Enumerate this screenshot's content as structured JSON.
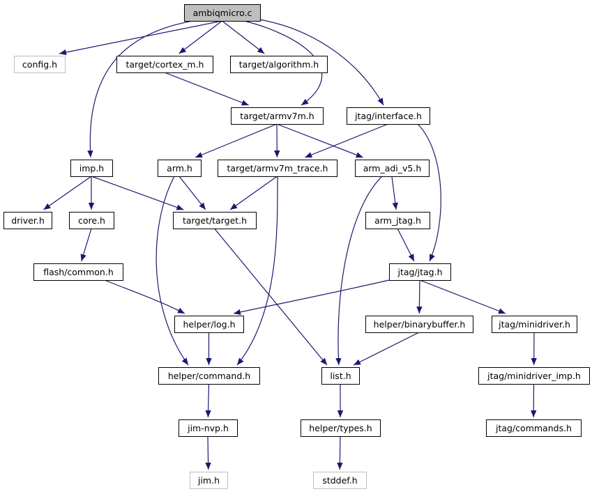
{
  "nodes": {
    "ambiqmicro": {
      "label": "ambiqmicro.c",
      "kind": "root"
    },
    "config": {
      "label": "config.h",
      "kind": "external"
    },
    "cortex_m": {
      "label": "target/cortex_m.h",
      "kind": "normal"
    },
    "algorithm": {
      "label": "target/algorithm.h",
      "kind": "normal"
    },
    "armv7m": {
      "label": "target/armv7m.h",
      "kind": "normal"
    },
    "interface": {
      "label": "jtag/interface.h",
      "kind": "normal"
    },
    "imp": {
      "label": "imp.h",
      "kind": "normal"
    },
    "arm": {
      "label": "arm.h",
      "kind": "normal"
    },
    "armv7m_trace": {
      "label": "target/armv7m_trace.h",
      "kind": "normal"
    },
    "arm_adi_v5": {
      "label": "arm_adi_v5.h",
      "kind": "normal"
    },
    "driver": {
      "label": "driver.h",
      "kind": "normal"
    },
    "core": {
      "label": "core.h",
      "kind": "normal"
    },
    "target": {
      "label": "target/target.h",
      "kind": "normal"
    },
    "arm_jtag": {
      "label": "arm_jtag.h",
      "kind": "normal"
    },
    "flash_common": {
      "label": "flash/common.h",
      "kind": "normal"
    },
    "jtag": {
      "label": "jtag/jtag.h",
      "kind": "normal"
    },
    "log": {
      "label": "helper/log.h",
      "kind": "normal"
    },
    "binarybuffer": {
      "label": "helper/binarybuffer.h",
      "kind": "normal"
    },
    "minidriver": {
      "label": "jtag/minidriver.h",
      "kind": "normal"
    },
    "command": {
      "label": "helper/command.h",
      "kind": "normal"
    },
    "list": {
      "label": "list.h",
      "kind": "normal"
    },
    "minidriver_imp": {
      "label": "jtag/minidriver_imp.h",
      "kind": "normal"
    },
    "jim_nvp": {
      "label": "jim-nvp.h",
      "kind": "normal"
    },
    "types": {
      "label": "helper/types.h",
      "kind": "normal"
    },
    "commands": {
      "label": "jtag/commands.h",
      "kind": "normal"
    },
    "jim": {
      "label": "jim.h",
      "kind": "external"
    },
    "stddef": {
      "label": "stddef.h",
      "kind": "external"
    }
  },
  "edges": [
    [
      "ambiqmicro",
      "config"
    ],
    [
      "ambiqmicro",
      "cortex_m"
    ],
    [
      "ambiqmicro",
      "algorithm"
    ],
    [
      "ambiqmicro",
      "armv7m"
    ],
    [
      "ambiqmicro",
      "interface"
    ],
    [
      "ambiqmicro",
      "imp"
    ],
    [
      "cortex_m",
      "armv7m"
    ],
    [
      "armv7m",
      "arm"
    ],
    [
      "armv7m",
      "armv7m_trace"
    ],
    [
      "armv7m",
      "arm_adi_v5"
    ],
    [
      "interface",
      "armv7m_trace"
    ],
    [
      "interface",
      "jtag"
    ],
    [
      "imp",
      "driver"
    ],
    [
      "imp",
      "core"
    ],
    [
      "imp",
      "target"
    ],
    [
      "arm",
      "target"
    ],
    [
      "arm",
      "command"
    ],
    [
      "armv7m_trace",
      "target"
    ],
    [
      "armv7m_trace",
      "command"
    ],
    [
      "arm_adi_v5",
      "arm_jtag"
    ],
    [
      "arm_adi_v5",
      "list"
    ],
    [
      "core",
      "flash_common"
    ],
    [
      "target",
      "list"
    ],
    [
      "arm_jtag",
      "jtag"
    ],
    [
      "flash_common",
      "log"
    ],
    [
      "jtag",
      "log"
    ],
    [
      "jtag",
      "binarybuffer"
    ],
    [
      "jtag",
      "minidriver"
    ],
    [
      "log",
      "command"
    ],
    [
      "binarybuffer",
      "list"
    ],
    [
      "minidriver",
      "minidriver_imp"
    ],
    [
      "minidriver_imp",
      "commands"
    ],
    [
      "command",
      "jim_nvp"
    ],
    [
      "jim_nvp",
      "jim"
    ],
    [
      "list",
      "types"
    ],
    [
      "types",
      "stddef"
    ]
  ],
  "colors": {
    "edge": "#191970",
    "root_fill": "#bfbfbf",
    "external_border": "#bfbfbf",
    "node_border": "#000000",
    "text": "#000000"
  }
}
